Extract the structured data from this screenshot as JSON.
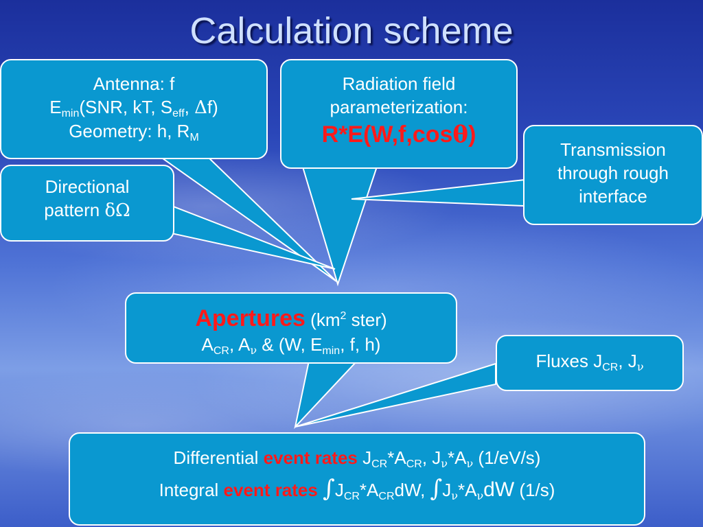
{
  "title": "Calculation scheme",
  "antenna": {
    "line1": "Antenna: f",
    "emin_E": "E",
    "emin_sub": "min",
    "emin_args1": "(SNR, kT, S",
    "seff_sub": "eff",
    "emin_args2": ", ",
    "delta": "Δ",
    "emin_args3": "f)",
    "geom": "Geometry: h, R",
    "geom_sub": "M"
  },
  "radiation": {
    "line1": "Radiation field",
    "line2": "parameterization:",
    "formula_pre": "R*E(W,f,cos",
    "theta": "θ",
    "formula_post": ")"
  },
  "transmission": {
    "line1": "Transmission",
    "line2": "through rough",
    "line3": "interface"
  },
  "directional": {
    "line1": "Directional",
    "line2": "pattern ",
    "symbol": "δΩ"
  },
  "apertures": {
    "heading": "Apertures",
    "units_pre": " (km",
    "units_sup": "2",
    "units_post": " ster)",
    "a_cr": "A",
    "cr_sub": "CR",
    "sep1": ", A",
    "nu": "ν",
    "rest": "  & (W, E",
    "min_sub": "min",
    "end": ", f,  h)"
  },
  "fluxes": {
    "pre": "Fluxes J",
    "cr_sub": "CR",
    "sep": ", J",
    "nu": "ν"
  },
  "event_rates": {
    "diff_pre": "Differential ",
    "diff_red": "event rates",
    "diff_j": " J",
    "cr": "CR",
    "diff_a": "*A",
    "diff_sep": ", J",
    "nu": "ν",
    "diff_a2": "*A",
    "diff_units": " (1/eV/s)",
    "int_pre": "Integral ",
    "int_red": "event rates",
    "integral": "∫",
    "int_j": "J",
    "int_a": "*A",
    "int_dw": "dW, ",
    "int_j2": "J",
    "int_a2": "*A",
    "int_dw2": "dW",
    "int_units": " (1/s)"
  }
}
